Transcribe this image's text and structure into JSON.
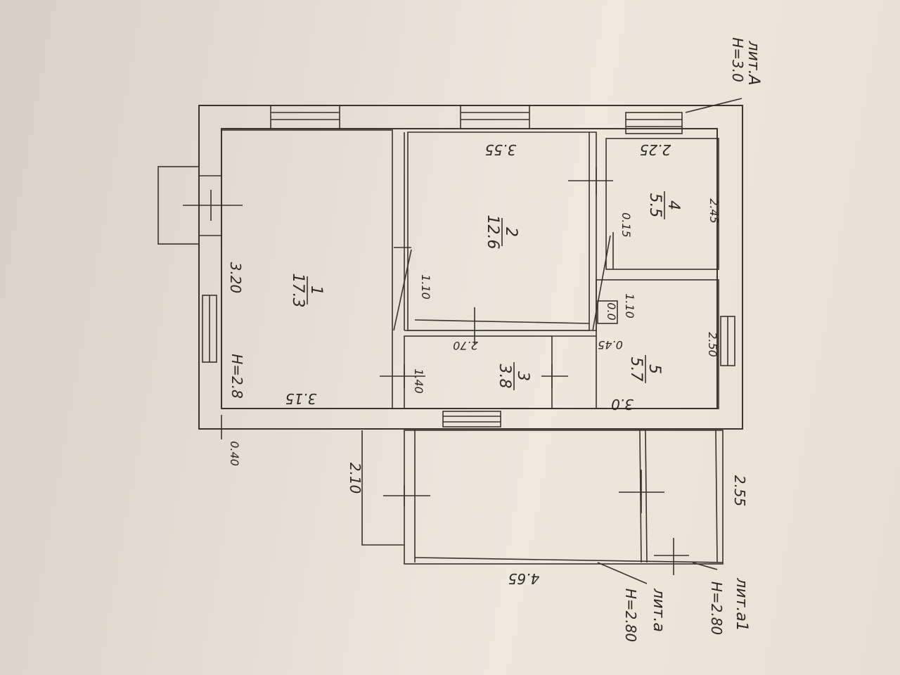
{
  "rooms": [
    {
      "number": "1",
      "area": "17.3"
    },
    {
      "number": "2",
      "area": "12.6"
    },
    {
      "number": "3",
      "area": "3.8"
    },
    {
      "number": "4",
      "area": "5.5"
    },
    {
      "number": "5",
      "area": "5.7"
    }
  ],
  "dimensions": {
    "d_3_55": "3.55",
    "d_2_25": "2.25",
    "d_2_45": "2.45",
    "d_0_15": "0.15",
    "d_1_10a": "1.10",
    "d_1_10b": "1.10",
    "d_3_20": "3.20",
    "d_2_70": "2.70",
    "d_0_45": "0.45",
    "d_2_50": "2.50",
    "d_1_40": "1.40",
    "d_3_15": "3.15",
    "d_3_0": "3.0",
    "d_0_40": "0.40",
    "d_2_10": "2.10",
    "d_2_55": "2.55",
    "d_4_65": "4.65",
    "d_0_0": "0.0"
  },
  "heights": {
    "room1": "H=2.8",
    "litA": "H=3.0",
    "lita": "H=2.80",
    "lita1": "H=2.80"
  },
  "labels": {
    "litA": "лит.А",
    "lita": "лит.а",
    "lita1": "лит.а1"
  }
}
